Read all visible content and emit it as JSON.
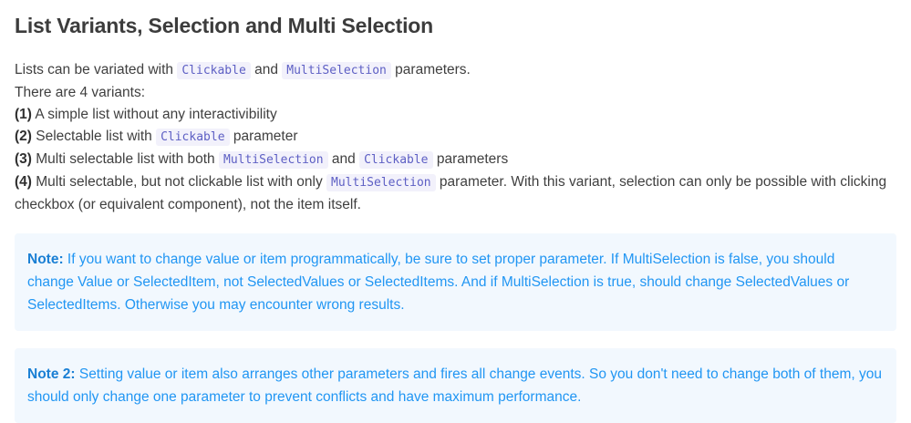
{
  "heading": "List Variants, Selection and Multi Selection",
  "intro": {
    "line1_before": "Lists can be variated with ",
    "line1_code1": "Clickable",
    "line1_mid": " and ",
    "line1_code2": "MultiSelection",
    "line1_after": " parameters.",
    "line2": "There are 4 variants:"
  },
  "variants": [
    {
      "number": "(1)",
      "before": " A simple list without any interactivibility",
      "code1": "",
      "mid": "",
      "code2": "",
      "after": ""
    },
    {
      "number": "(2)",
      "before": " Selectable list with ",
      "code1": "Clickable",
      "mid": "",
      "code2": "",
      "after": " parameter"
    },
    {
      "number": "(3)",
      "before": " Multi selectable list with both ",
      "code1": "MultiSelection",
      "mid": " and ",
      "code2": "Clickable",
      "after": " parameters"
    },
    {
      "number": "(4)",
      "before": " Multi selectable, but not clickable list with only ",
      "code1": "MultiSelection",
      "mid": "",
      "code2": "",
      "after": " parameter. With this variant, selection can only be possible with clicking checkbox (or equivalent component), not the item itself."
    }
  ],
  "notes": [
    {
      "label": "Note:",
      "text": " If you want to change value or item programmatically, be sure to set proper parameter. If MultiSelection is false, you should change Value or SelectedItem, not SelectedValues or SelectedItems. And if MultiSelection is true, should change SelectedValues or SelectedItems. Otherwise you may encounter wrong results."
    },
    {
      "label": "Note 2:",
      "text": " Setting value or item also arranges other parameters and fires all change events. So you don't need to change both of them, you should only change one parameter to prevent conflicts and have maximum performance."
    }
  ],
  "colors": {
    "page_background": "#ffffff",
    "heading_text": "#3c3c3c",
    "body_text": "#3f3f3f",
    "code_background": "#f2f1fb",
    "code_text": "#5d5fc4",
    "note_background": "#f2f8fe",
    "note_text": "#2196f3",
    "note_label": "#1a7fd4"
  }
}
